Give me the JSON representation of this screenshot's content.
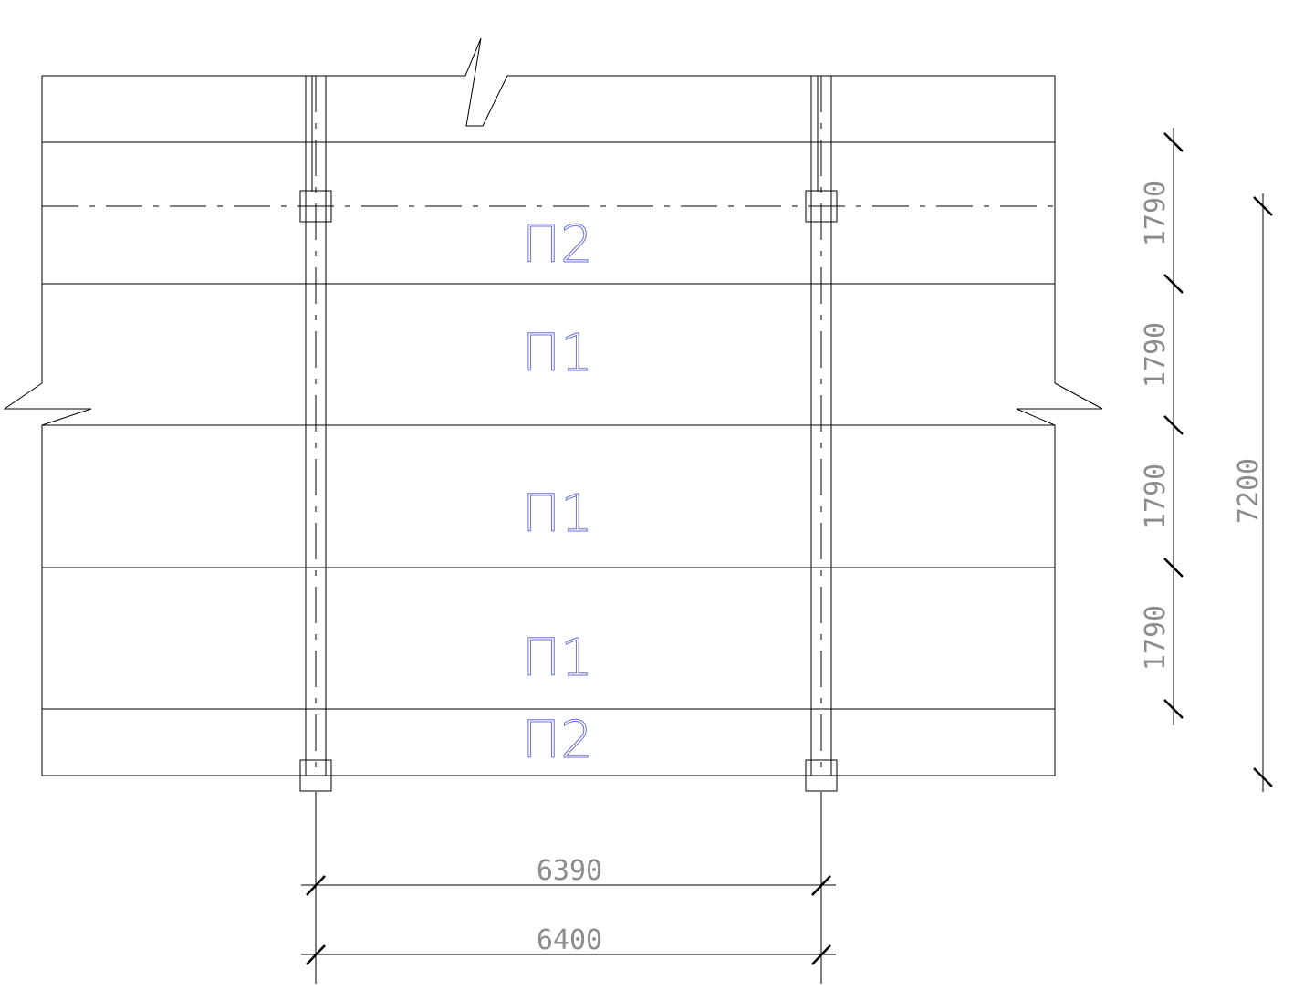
{
  "drawing": {
    "colors": {
      "line": "#000000",
      "label": "#6e6ee0",
      "dimension_text": "#8c8c8c"
    },
    "panel_labels": [
      "П2",
      "П1",
      "П1",
      "П1",
      "П2"
    ],
    "dimensions": {
      "vertical_segments": [
        "1790",
        "1790",
        "1790",
        "1790"
      ],
      "vertical_total": "7200",
      "horizontal_inner": "6390",
      "horizontal_outer": "6400"
    }
  }
}
